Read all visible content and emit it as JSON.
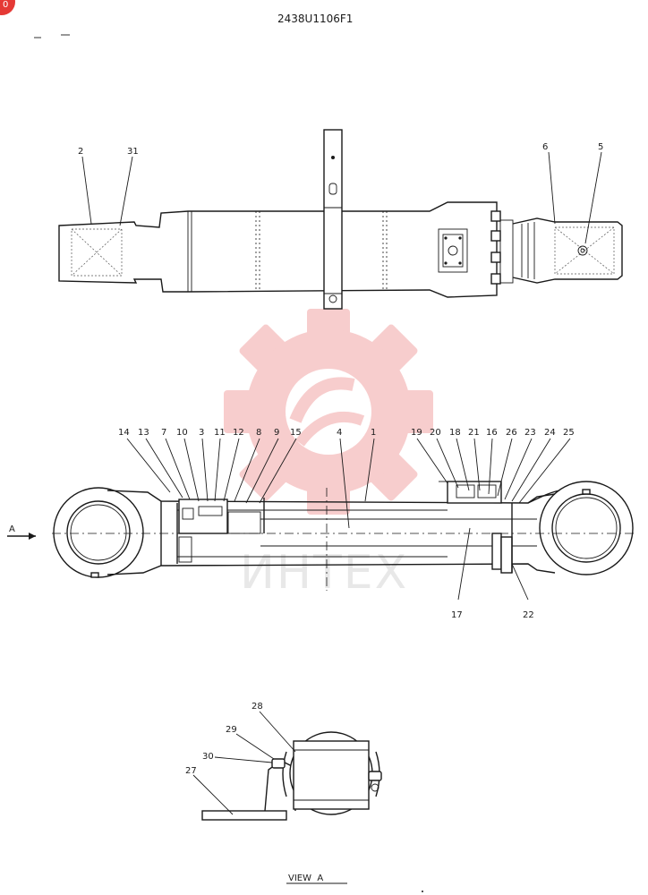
{
  "drawing_number": "2438U1106F1",
  "corner_badge": "0",
  "view_caption": "VIEW  A",
  "direction_arrow_label": "A",
  "watermark_text": "ИНТЕХ",
  "colors": {
    "ink": "#1a1a1a",
    "watermark": "#f5b8b8",
    "badge": "#e53935"
  },
  "callouts": {
    "c2": "2",
    "c31": "31",
    "c6": "6",
    "c5": "5",
    "c14": "14",
    "c13": "13",
    "c7": "7",
    "c10": "10",
    "c3": "3",
    "c11": "11",
    "c12": "12",
    "c8": "8",
    "c9": "9",
    "c15": "15",
    "c4": "4",
    "c1": "1",
    "c19": "19",
    "c20": "20",
    "c18": "18",
    "c21": "21",
    "c16": "16",
    "c26": "26",
    "c23": "23",
    "c24": "24",
    "c25": "25",
    "c17": "17",
    "c22": "22",
    "c28": "28",
    "c29": "29",
    "c30": "30",
    "c27": "27"
  }
}
